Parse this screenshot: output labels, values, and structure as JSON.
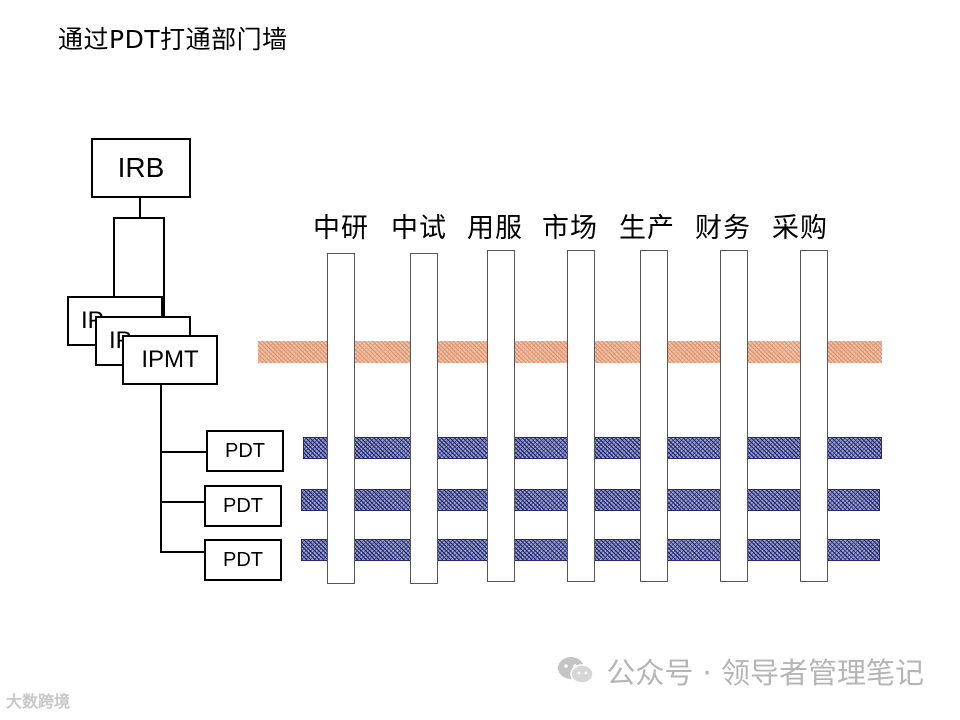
{
  "title": "通过PDT打通部门墙",
  "org": {
    "top": "IRB",
    "middle_stack": [
      "IPMT",
      "IP",
      "IP"
    ],
    "children": [
      "PDT",
      "PDT",
      "PDT"
    ]
  },
  "departments": [
    "中研",
    "中试",
    "用服",
    "市场",
    "生产",
    "财务",
    "采购"
  ],
  "colors": {
    "orange_band": "#f4c4a8",
    "blue_band": "#2a2a72",
    "watermark": "#b5b5b5"
  },
  "watermark": {
    "text": "公众号 · 领导者管理笔记",
    "icon": "wechat-icon"
  },
  "corner_mark": "大数跨境"
}
